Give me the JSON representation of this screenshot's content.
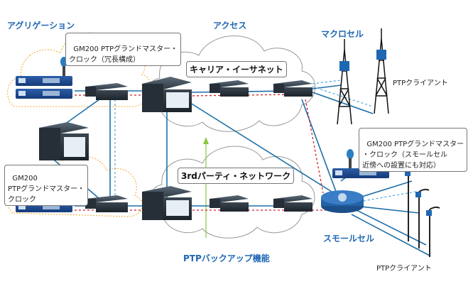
{
  "labels": {
    "aggregation": "アグリゲーション",
    "access": "アクセス",
    "macro_cell": "マクロセル",
    "small_cell": "スモールセル",
    "ptp_backup": "PTPバックアップ機能",
    "carrier_ethernet": "キャリア・イーサネット",
    "third_party_network": "3rdパーティ・ネットワーク",
    "gm200_redundant": "GM200 PTPグランドマスター・\nクロック（冗長構成）",
    "gm200_clock": "GM200\nPTPグランドマスター・\nクロック",
    "gm200_small_cell": "GM200 PTPグランドマスター\n・クロック（スモールセル\n近傍への設置にも対応）",
    "ptp_client_macro": "PTPクライアント",
    "ptp_client_small": "PTPクライアント"
  },
  "colors": {
    "blue_link": "#1f6fa8",
    "red_link": "#d0202a",
    "dashed_blue": "#4aa8e0",
    "green_backup": "#8cc63f",
    "cloud_stroke": "#999999",
    "agg_cloud": "#f5a623"
  }
}
